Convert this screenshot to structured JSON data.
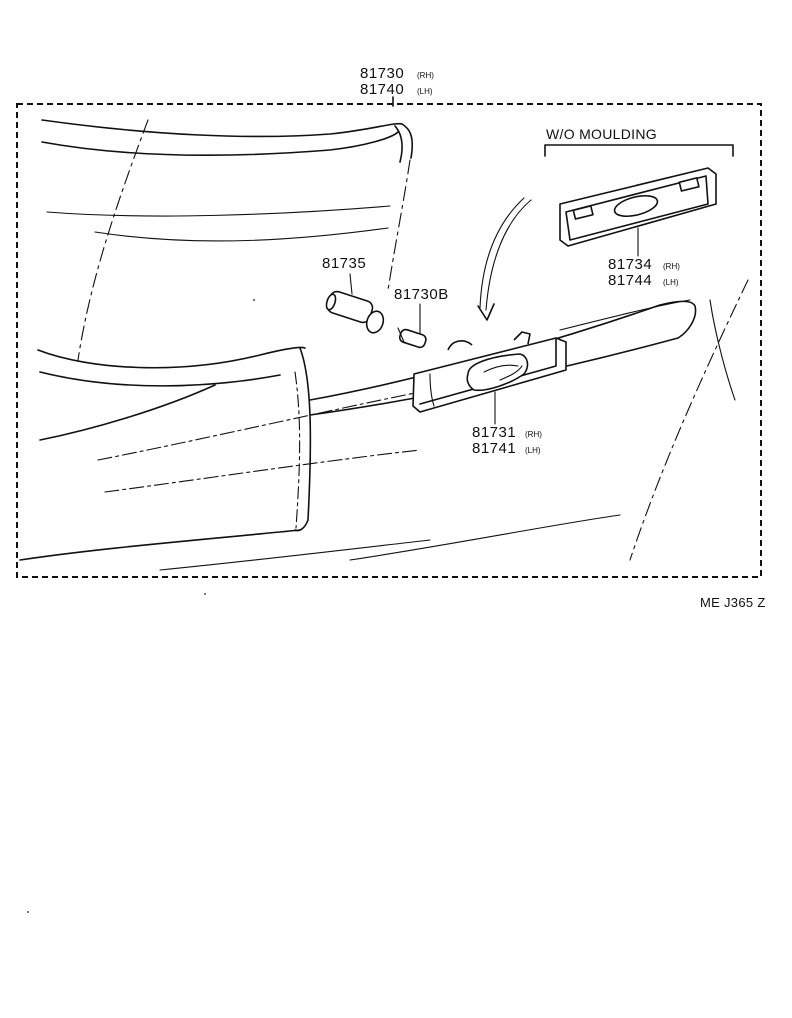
{
  "labels": {
    "assembly_rh": "81730",
    "assembly_rh_side": "(RH)",
    "assembly_lh": "81740",
    "assembly_lh_side": "(LH)",
    "socket": "81735",
    "bulb": "81730B",
    "lens_rh": "81731",
    "lens_rh_side": "(RH)",
    "lens_lh": "81741",
    "lens_lh_side": "(LH)",
    "variant_header": "W/O MOULDING",
    "plate_rh": "81734",
    "plate_rh_side": "(RH)",
    "plate_lh": "81744",
    "plate_lh_side": "(LH)",
    "diagram_code": "ME J365 Z"
  }
}
